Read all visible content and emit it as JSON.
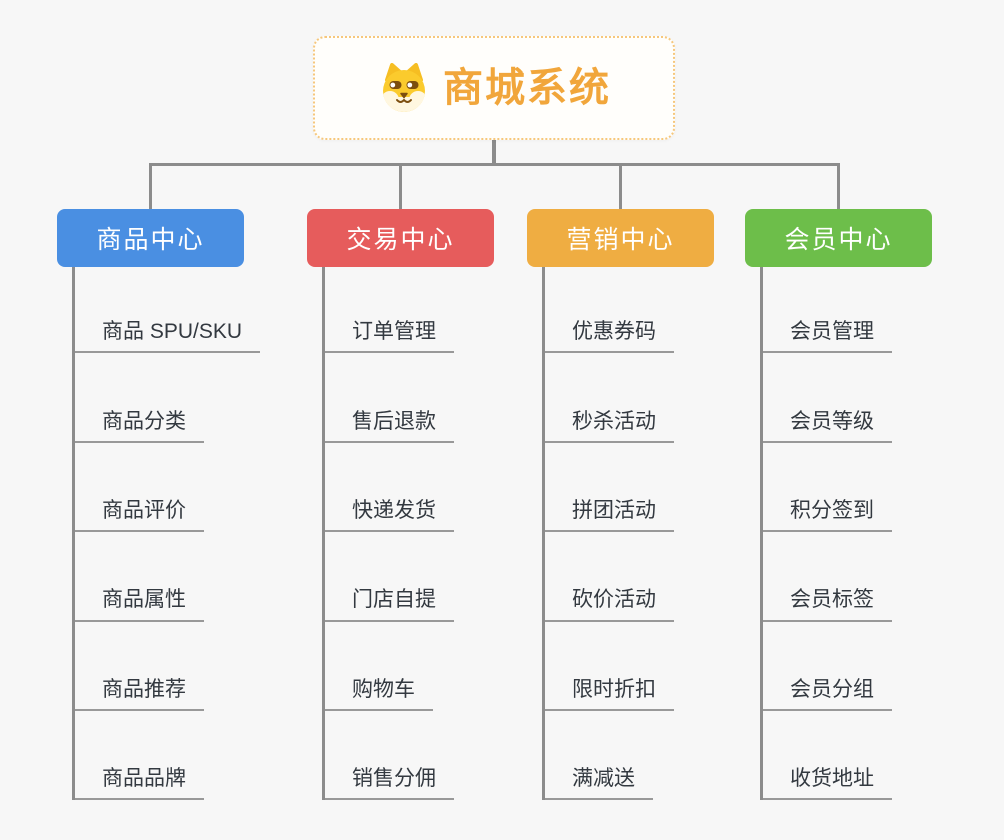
{
  "root": {
    "label": "商城系统",
    "icon": "dog-icon",
    "accent_color": "#F1A63B",
    "border_color": "#F6C77C"
  },
  "connector_color": "#8C8C8C",
  "background_color": "#F7F7F7",
  "branches": [
    {
      "id": "product-center",
      "label": "商品中心",
      "color": "#4A8FE2",
      "items": [
        "商品 SPU/SKU",
        "商品分类",
        "商品评价",
        "商品属性",
        "商品推荐",
        "商品品牌"
      ]
    },
    {
      "id": "trade-center",
      "label": "交易中心",
      "color": "#E65C5C",
      "items": [
        "订单管理",
        "售后退款",
        "快递发货",
        "门店自提",
        "购物车",
        "销售分佣"
      ]
    },
    {
      "id": "marketing-center",
      "label": "营销中心",
      "color": "#EFAD42",
      "items": [
        "优惠券码",
        "秒杀活动",
        "拼团活动",
        "砍价活动",
        "限时折扣",
        "满减送"
      ]
    },
    {
      "id": "member-center",
      "label": "会员中心",
      "color": "#6DBE4A",
      "items": [
        "会员管理",
        "会员等级",
        "积分签到",
        "会员标签",
        "会员分组",
        "收货地址"
      ]
    }
  ]
}
